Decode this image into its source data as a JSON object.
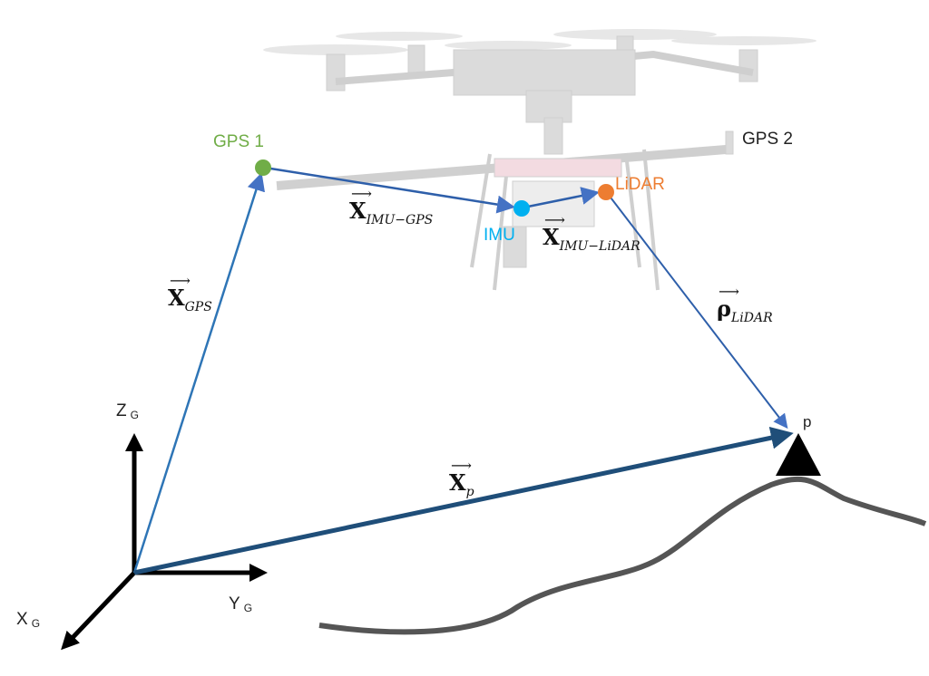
{
  "labels": {
    "gps1": "GPS 1",
    "gps2": "GPS 2",
    "lidar": "LiDAR",
    "imu": "IMU",
    "p": "p",
    "axis_z": "Z",
    "axis_z_sub": "G",
    "axis_y": "Y",
    "axis_y_sub": "G",
    "axis_x": "X",
    "axis_x_sub": "G"
  },
  "vectors": {
    "x_gps": {
      "sym": "X",
      "sub": "GPS"
    },
    "x_imu_gps": {
      "sym": "X",
      "sub": "IMU−GPS"
    },
    "x_imu_lidar": {
      "sym": "X",
      "sub": "IMU−LiDAR"
    },
    "rho_lidar": {
      "sym": "ρ",
      "sub": "LiDAR"
    },
    "x_p": {
      "sym": "X",
      "sub": "p"
    }
  },
  "colors": {
    "gps1": "#70AD47",
    "lidar": "#ED7D31",
    "imu": "#00B0F0",
    "vector": "#4472C4",
    "vector_dark": "#1F4E79"
  }
}
